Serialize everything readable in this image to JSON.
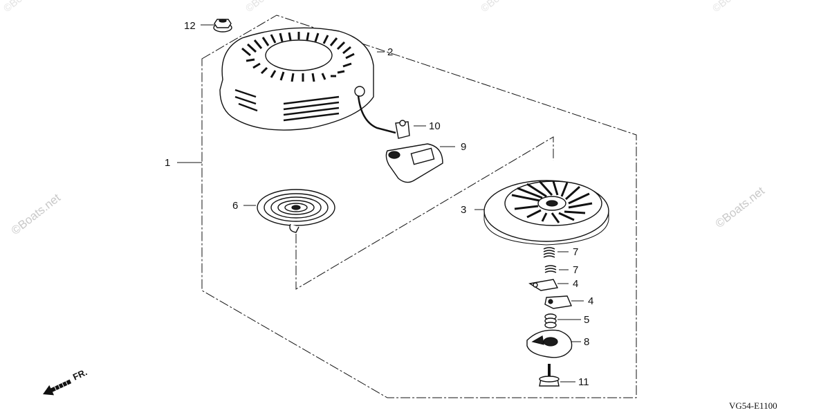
{
  "diagram": {
    "drawing_code": "VG54-E1100",
    "direction_label": "FR.",
    "watermark": "©Boats.net",
    "callouts": [
      {
        "id": "1",
        "label": "1"
      },
      {
        "id": "2",
        "label": "2"
      },
      {
        "id": "3",
        "label": "3"
      },
      {
        "id": "4a",
        "label": "4"
      },
      {
        "id": "4b",
        "label": "4"
      },
      {
        "id": "5",
        "label": "5"
      },
      {
        "id": "6",
        "label": "6"
      },
      {
        "id": "7a",
        "label": "7"
      },
      {
        "id": "7b",
        "label": "7"
      },
      {
        "id": "8",
        "label": "8"
      },
      {
        "id": "9",
        "label": "9"
      },
      {
        "id": "10",
        "label": "10"
      },
      {
        "id": "11",
        "label": "11"
      },
      {
        "id": "12",
        "label": "12"
      }
    ]
  }
}
